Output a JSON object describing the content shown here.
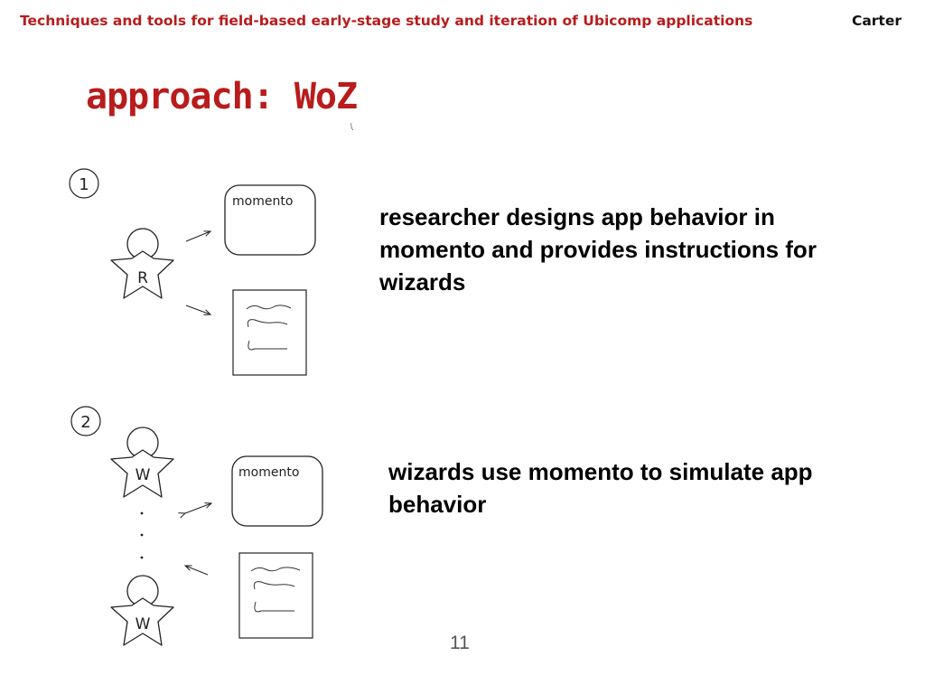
{
  "header": {
    "title": "Techniques and tools for field-based early-stage study and iteration of Ubicomp applications",
    "author": "Carter"
  },
  "slide": {
    "title": "approach: WoZ"
  },
  "steps": [
    {
      "number": "1",
      "actor_label": "R",
      "tool_label": "momento",
      "description": "researcher designs app behavior in momento and provides instructions for wizards"
    },
    {
      "number": "2",
      "actor_labels": [
        "W",
        "W"
      ],
      "tool_label": "momento",
      "description": "wizards use momento to simulate app behavior"
    }
  ],
  "footer": {
    "page_number": "11"
  }
}
